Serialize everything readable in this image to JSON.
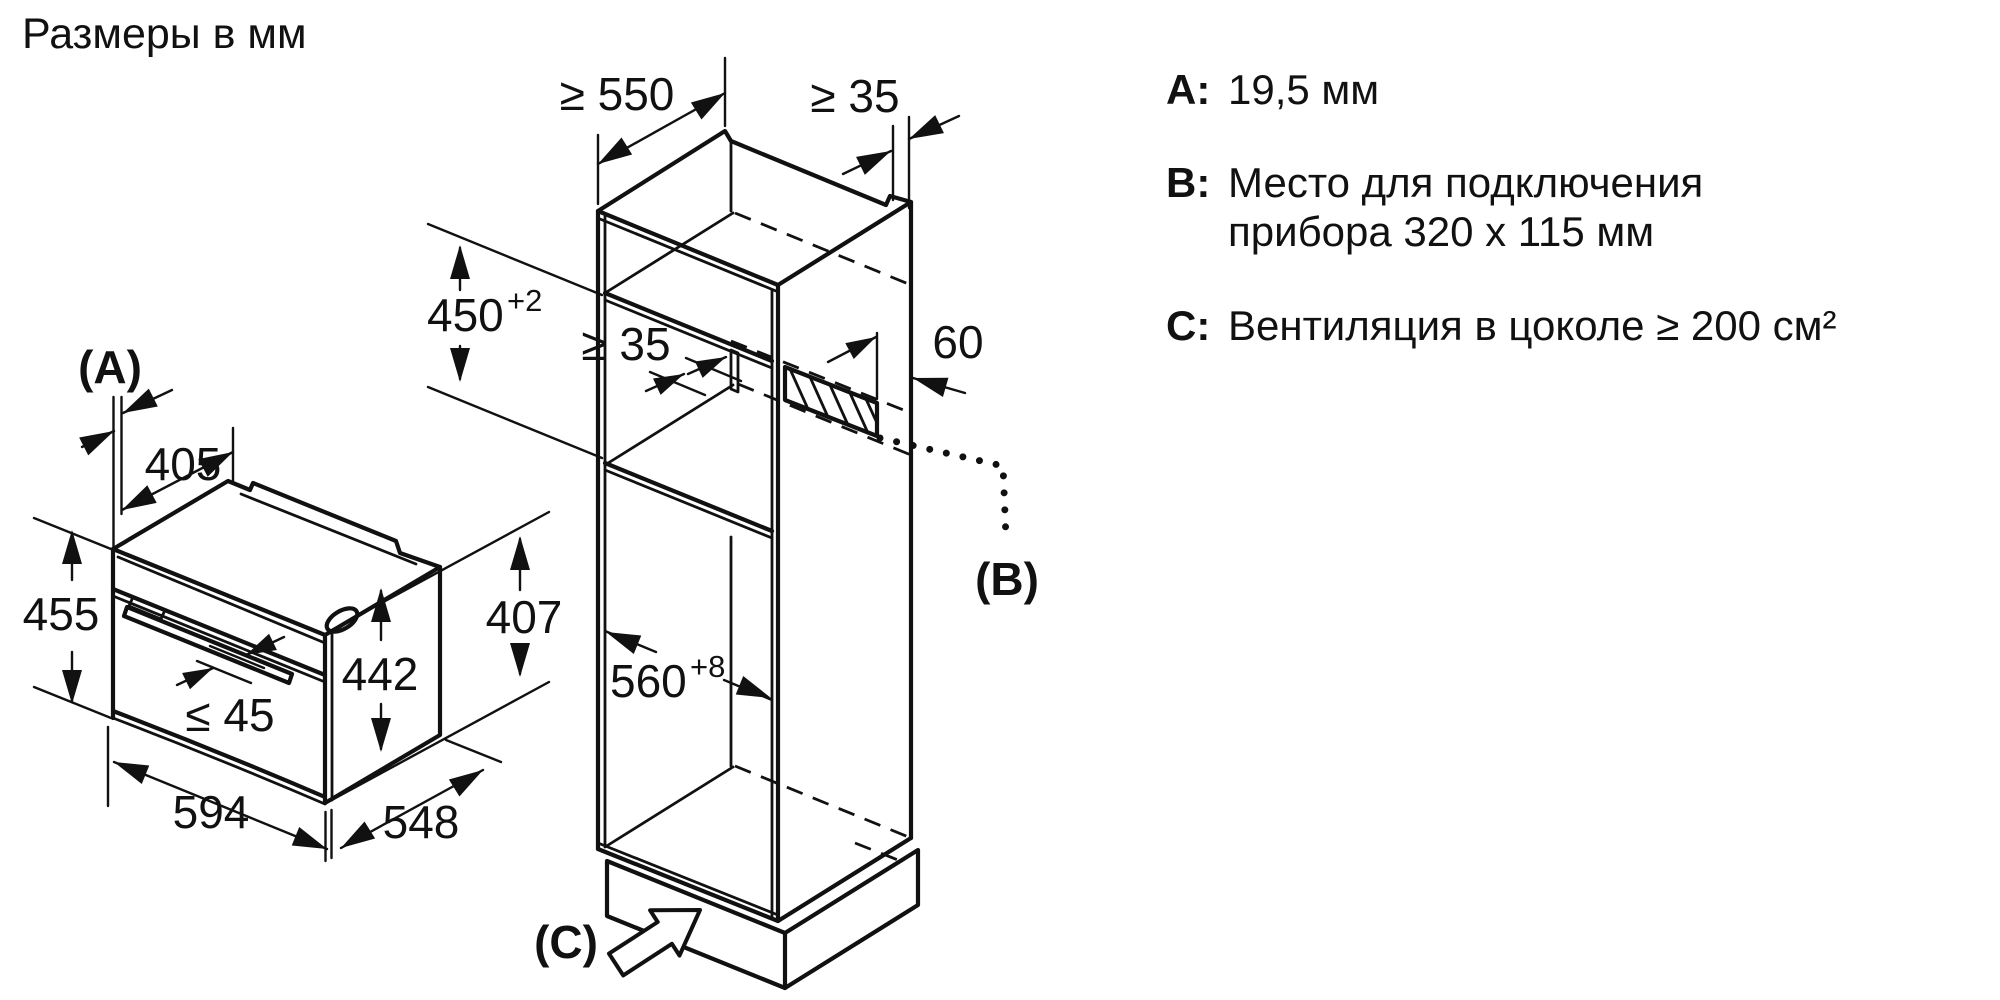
{
  "title": "Размеры в мм",
  "oven": {
    "ref_a": "(A)",
    "dim_top_depth": "405",
    "dim_height_left": "455",
    "dim_front_height": "442",
    "dim_handle_max": "≤ 45",
    "dim_width": "594",
    "dim_depth": "548",
    "dim_height_right": "407"
  },
  "cabinet": {
    "dim_depth_min": "≥ 550",
    "dim_top_back_gap": "≥ 35",
    "dim_niche_height": {
      "base": "450",
      "sup": "+2"
    },
    "dim_inner_back_gap": "≥ 35",
    "dim_socket_zone": "60",
    "dim_niche_width": {
      "base": "560",
      "sup": "+8"
    },
    "ref_b": "(B)",
    "ref_c": "(C)"
  },
  "legend": {
    "items": [
      {
        "key": "A:",
        "line1": "19,5 мм",
        "line2": ""
      },
      {
        "key": "B:",
        "line1": "Место для подключения",
        "line2": "прибора 320 x 115 мм"
      },
      {
        "key": "C:",
        "line1": "Вентиляция в цоколе ≥ 200 см²",
        "line2": ""
      }
    ]
  }
}
